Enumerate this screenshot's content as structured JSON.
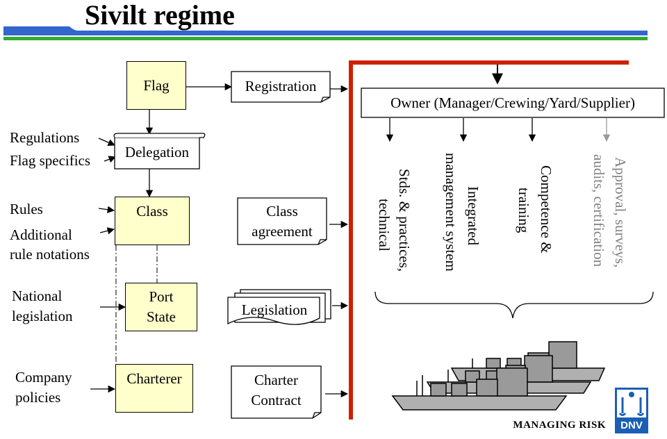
{
  "title": "Sivilt regime",
  "colors": {
    "header_blue": "#3366cc",
    "header_green": "#33aa33",
    "red_rule": "#cc2200",
    "yellow_box": "#ffffcc",
    "logo_blue": "#1a5fb4"
  },
  "left_labels": {
    "regulations": "Regulations",
    "flag_specifics": "Flag specifics",
    "rules": "Rules",
    "additional": "Additional",
    "rule_notations": "rule notations",
    "national": "National",
    "legislation": "legislation",
    "company": "Company",
    "policies": "policies"
  },
  "boxes": {
    "flag": "Flag",
    "delegation": "Delegation",
    "class": "Class",
    "port": "Port",
    "state": "State",
    "charterer": "Charterer"
  },
  "documents": {
    "registration": "Registration",
    "class_agreement_1": "Class",
    "class_agreement_2": "agreement",
    "legislation": "Legislation",
    "charter": "Charter",
    "contract": "Contract"
  },
  "owner": "Owner (Manager/Crewing/Yard/Supplier)",
  "vertical_labels": {
    "stds_1": "Stds. & practices,",
    "stds_2": "technical",
    "ims_1": "Integrated",
    "ims_2": "management system",
    "comp_1": "Competence &",
    "comp_2": "training",
    "appr_1": "Approval, surveys,",
    "appr_2": "audits, certification"
  },
  "footer": {
    "managing_risk": "MANAGING RISK",
    "logo": "DNV",
    "logo_icon": "anchor-lion-emblem"
  }
}
